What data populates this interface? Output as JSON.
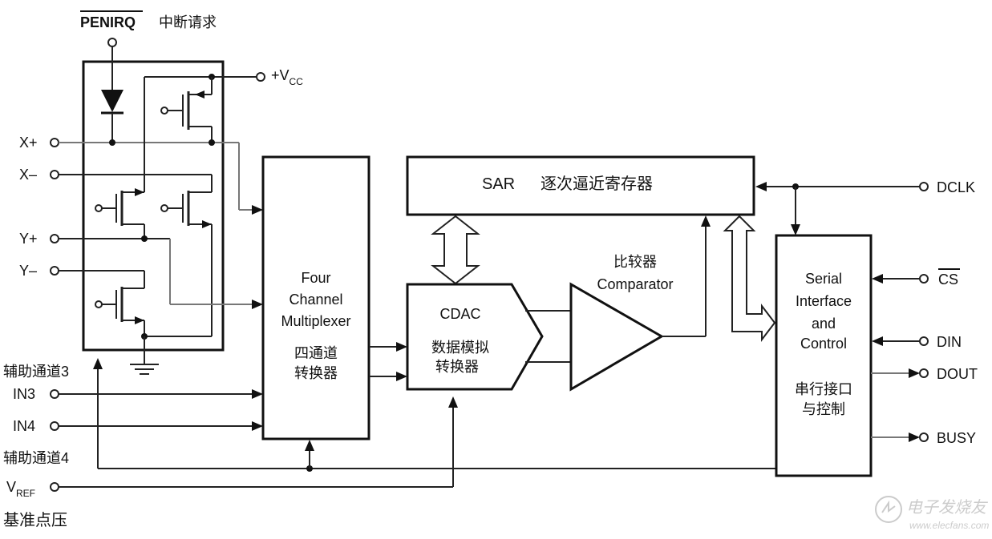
{
  "signals": {
    "penirq": "PENIRQ",
    "penirq_cn": "中断请求",
    "vcc_main": "+V",
    "vcc_sub": "CC",
    "xp": "X+",
    "xm": "X–",
    "yp": "Y+",
    "ym": "Y–",
    "aux3_cn": "辅助通道3",
    "in3": "IN3",
    "in4": "IN4",
    "aux4_cn": "辅助通道4",
    "vref_main": "V",
    "vref_sub": "REF",
    "vref_cn": "基准点压",
    "dclk": "DCLK",
    "cs": "CS",
    "din": "DIN",
    "dout": "DOUT",
    "busy": "BUSY"
  },
  "blocks": {
    "mux": {
      "line1": "Four",
      "line2": "Channel",
      "line3": "Multiplexer",
      "cn1": "四通道",
      "cn2": "转换器"
    },
    "sar": {
      "label": "SAR",
      "cn": "逐次逼近寄存器"
    },
    "cdac": {
      "label": "CDAC",
      "cn1": "数据模拟",
      "cn2": "转换器"
    },
    "comparator": {
      "cn": "比较器",
      "label": "Comparator"
    },
    "serial": {
      "line1": "Serial",
      "line2": "Interface",
      "line3": "and",
      "line4": "Control",
      "cn1": "串行接口",
      "cn2": "与控制"
    }
  },
  "watermark": {
    "cn": "电子发烧友",
    "url": "www.elecfans.com"
  }
}
